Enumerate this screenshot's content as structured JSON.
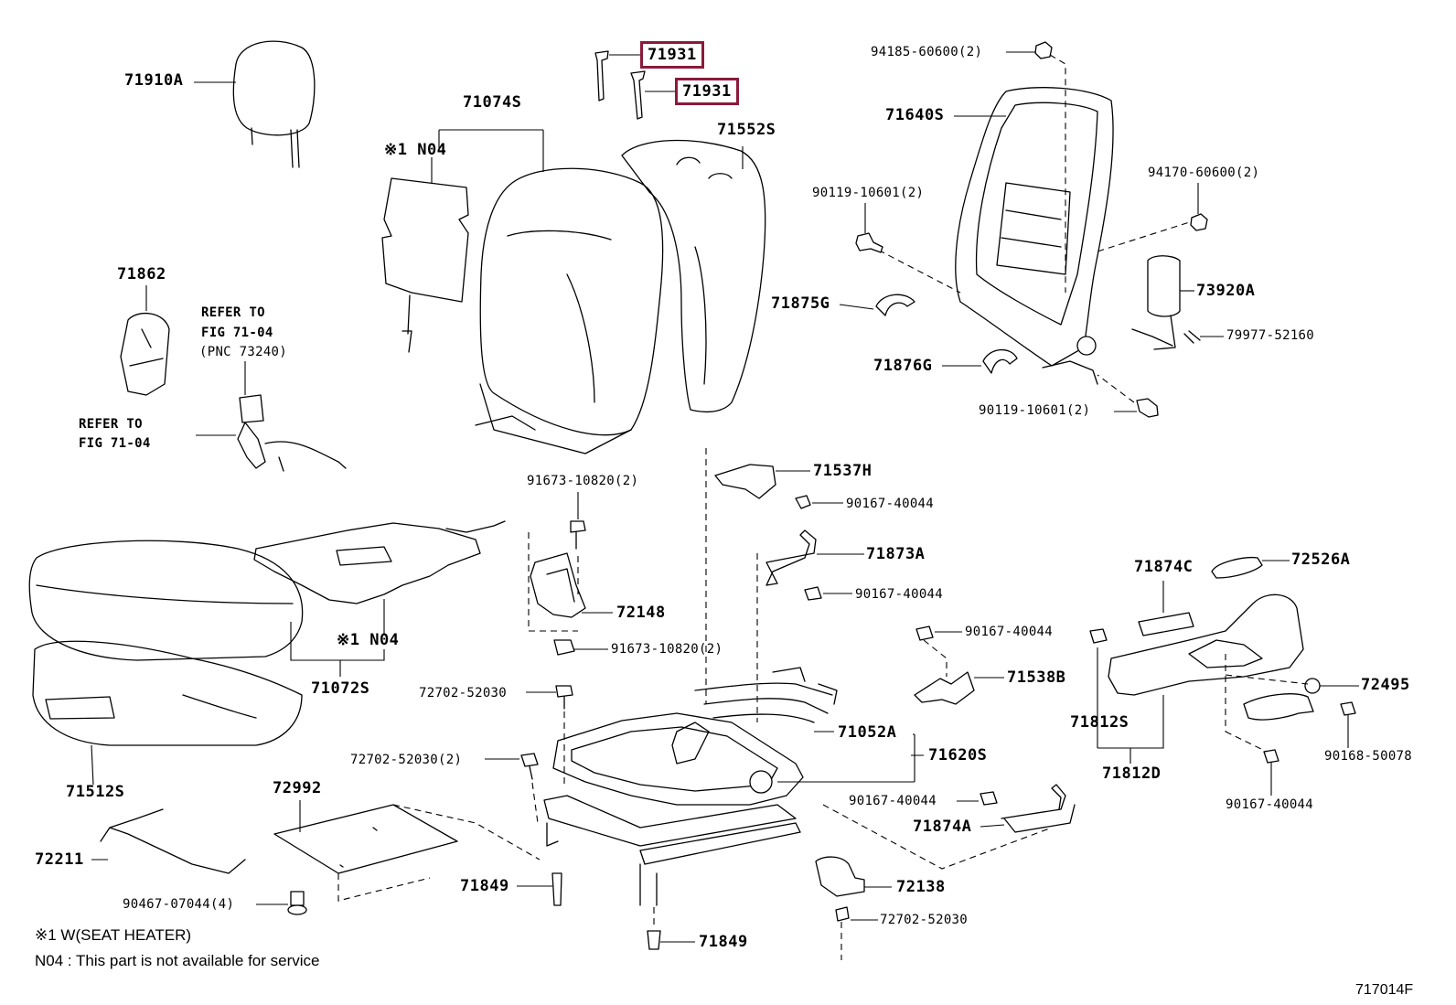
{
  "labels": {
    "headrest": "71910A",
    "seatback_assy": "71074S",
    "n04_back": "※1 N04",
    "pin_a": "71931",
    "pin_b": "71931",
    "back_cover": "71552S",
    "nut_94185": "94185-60600(2)",
    "back_frame": "71640S",
    "nut_94170": "94170-60600(2)",
    "bolt_90119_top": "90119-10601(2)",
    "airbag": "73920A",
    "hinge_cover_g": "71875G",
    "hinge_cover_inner": "71876G",
    "connector": "79977-52160",
    "bolt_90119_bot": "90119-10601(2)",
    "trim_71862": "71862",
    "refer_1a": "REFER TO",
    "refer_1b": "FIG 71-04",
    "refer_1c": "(PNC 73240)",
    "refer_2a": "REFER TO",
    "refer_2b": "FIG 71-04",
    "bracket_71537": "71537H",
    "bolt_91673_top": "91673-10820(2)",
    "screw_90167_a": "90167-40044",
    "cover_71873": "71873A",
    "screw_90167_b": "90167-40044",
    "bracket_72148": "72148",
    "bolt_91673_bot": "91673-10820(2)",
    "n04_cush": "※1 N04",
    "cover_71874c": "71874C",
    "knob_72526": "72526A",
    "screw_90167_c": "90167-40044",
    "cover_71538": "71538B",
    "cushion_assy": "71072S",
    "bolt_72702_a": "72702-52030",
    "spring_71052": "71052A",
    "adjuster_71620": "71620S",
    "bolt_72702_b": "72702-52030(2)",
    "shield_71812s": "71812S",
    "shield_71812d": "71812D",
    "knob_72495": "72495",
    "screw_90168": "90168-50078",
    "cushion_pad": "71512S",
    "plate_72992": "72992",
    "screw_90167_d": "90167-40044",
    "cover_71874a": "71874A",
    "screw_90167_e": "90167-40044",
    "wire_72211": "72211",
    "clip_90467": "90467-07044(4)",
    "bolt_71849_a": "71849",
    "cover_72138": "72138",
    "bolt_72702_c": "72702-52030",
    "bolt_71849_b": "71849",
    "footnote_1": "※1 W(SEAT HEATER)",
    "footnote_2": "N04 : This part is not available for service",
    "fig_code": "717014F"
  },
  "highlight_color": "#8b1a3a"
}
